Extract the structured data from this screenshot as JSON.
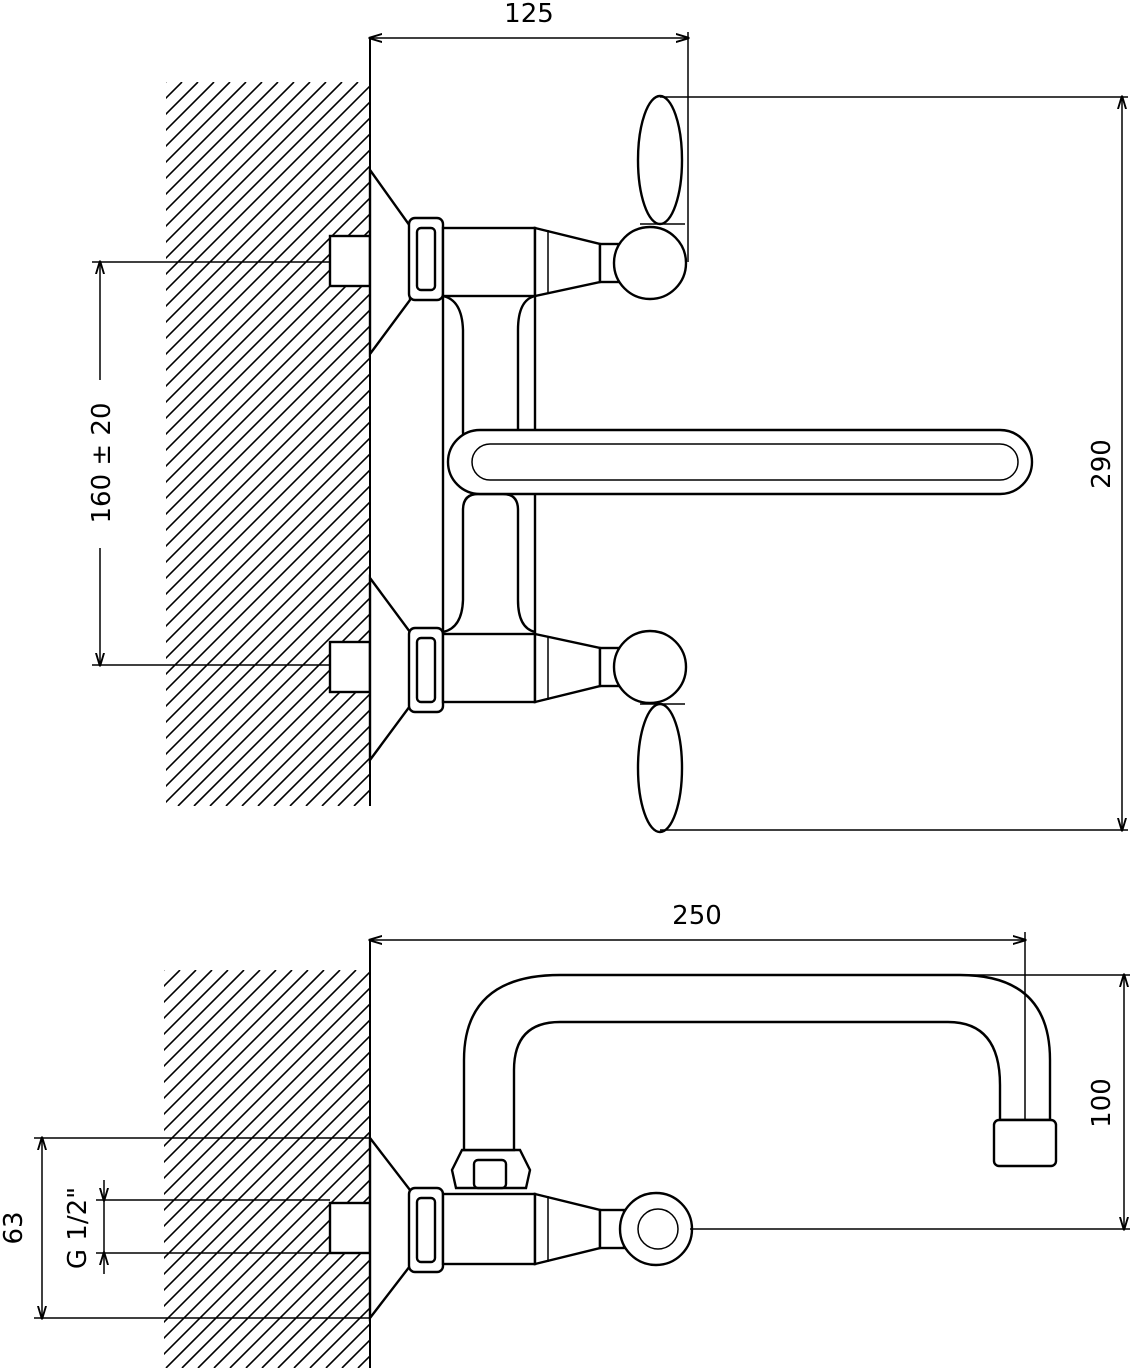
{
  "dimensions": {
    "top_width": "125",
    "top_height": "290",
    "centre_distance": "160 ± 20",
    "spout_reach": "250",
    "spout_height": "100",
    "wall_offset": "63",
    "thread": "G 1/2\""
  }
}
